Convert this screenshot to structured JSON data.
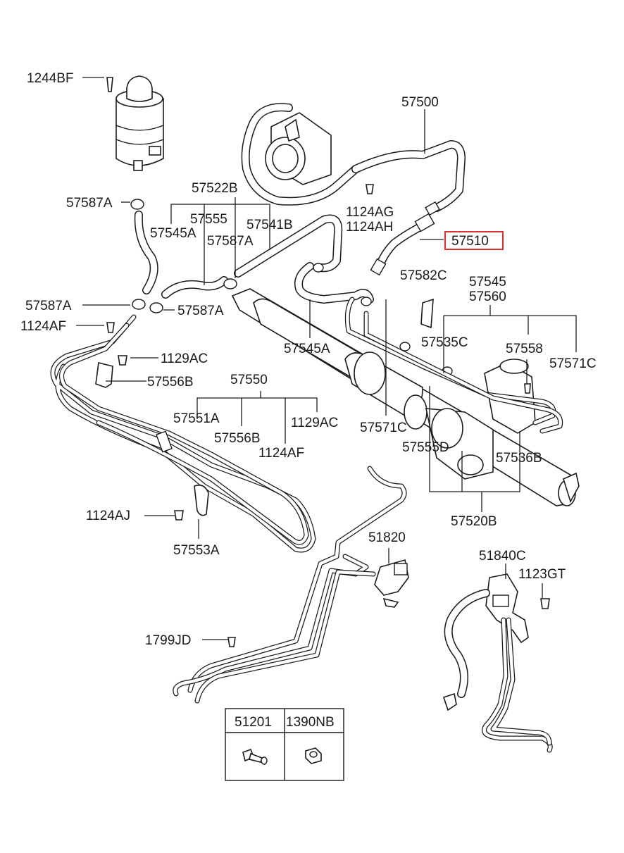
{
  "labels": {
    "l_1244BF": "1244BF",
    "l_57500": "57500",
    "l_57522B": "57522B",
    "l_57587A_1": "57587A",
    "l_57555_top": "57555",
    "l_57545A_top": "57545A",
    "l_57541B": "57541B",
    "l_57587A_2": "57587A",
    "l_1124AG": "1124AG",
    "l_1124AH": "1124AH",
    "l_57510": "57510",
    "l_57582C": "57582C",
    "l_57545": "57545",
    "l_57560": "57560",
    "l_57587A_3": "57587A",
    "l_57587A_4": "57587A",
    "l_1124AF_1": "1124AF",
    "l_57535C": "57535C",
    "l_57545A_mid": "57545A",
    "l_57558": "57558",
    "l_57571C_r": "57571C",
    "l_1129AC_1": "1129AC",
    "l_57556B_1": "57556B",
    "l_57550": "57550",
    "l_57551A": "57551A",
    "l_57556B_2": "57556B",
    "l_1129AC_2": "1129AC",
    "l_1124AF_2": "1124AF",
    "l_57571C_m": "57571C",
    "l_57555D": "57555D",
    "l_57536B": "57536B",
    "l_1124AJ": "1124AJ",
    "l_57553A": "57553A",
    "l_57520B": "57520B",
    "l_51820": "51820",
    "l_51840C": "51840C",
    "l_1123GT": "1123GT",
    "l_1799JD": "1799JD"
  },
  "table": {
    "headers": [
      "51201",
      "1390NB"
    ]
  },
  "highlight": {
    "part": "57510",
    "color": "#e03030"
  }
}
